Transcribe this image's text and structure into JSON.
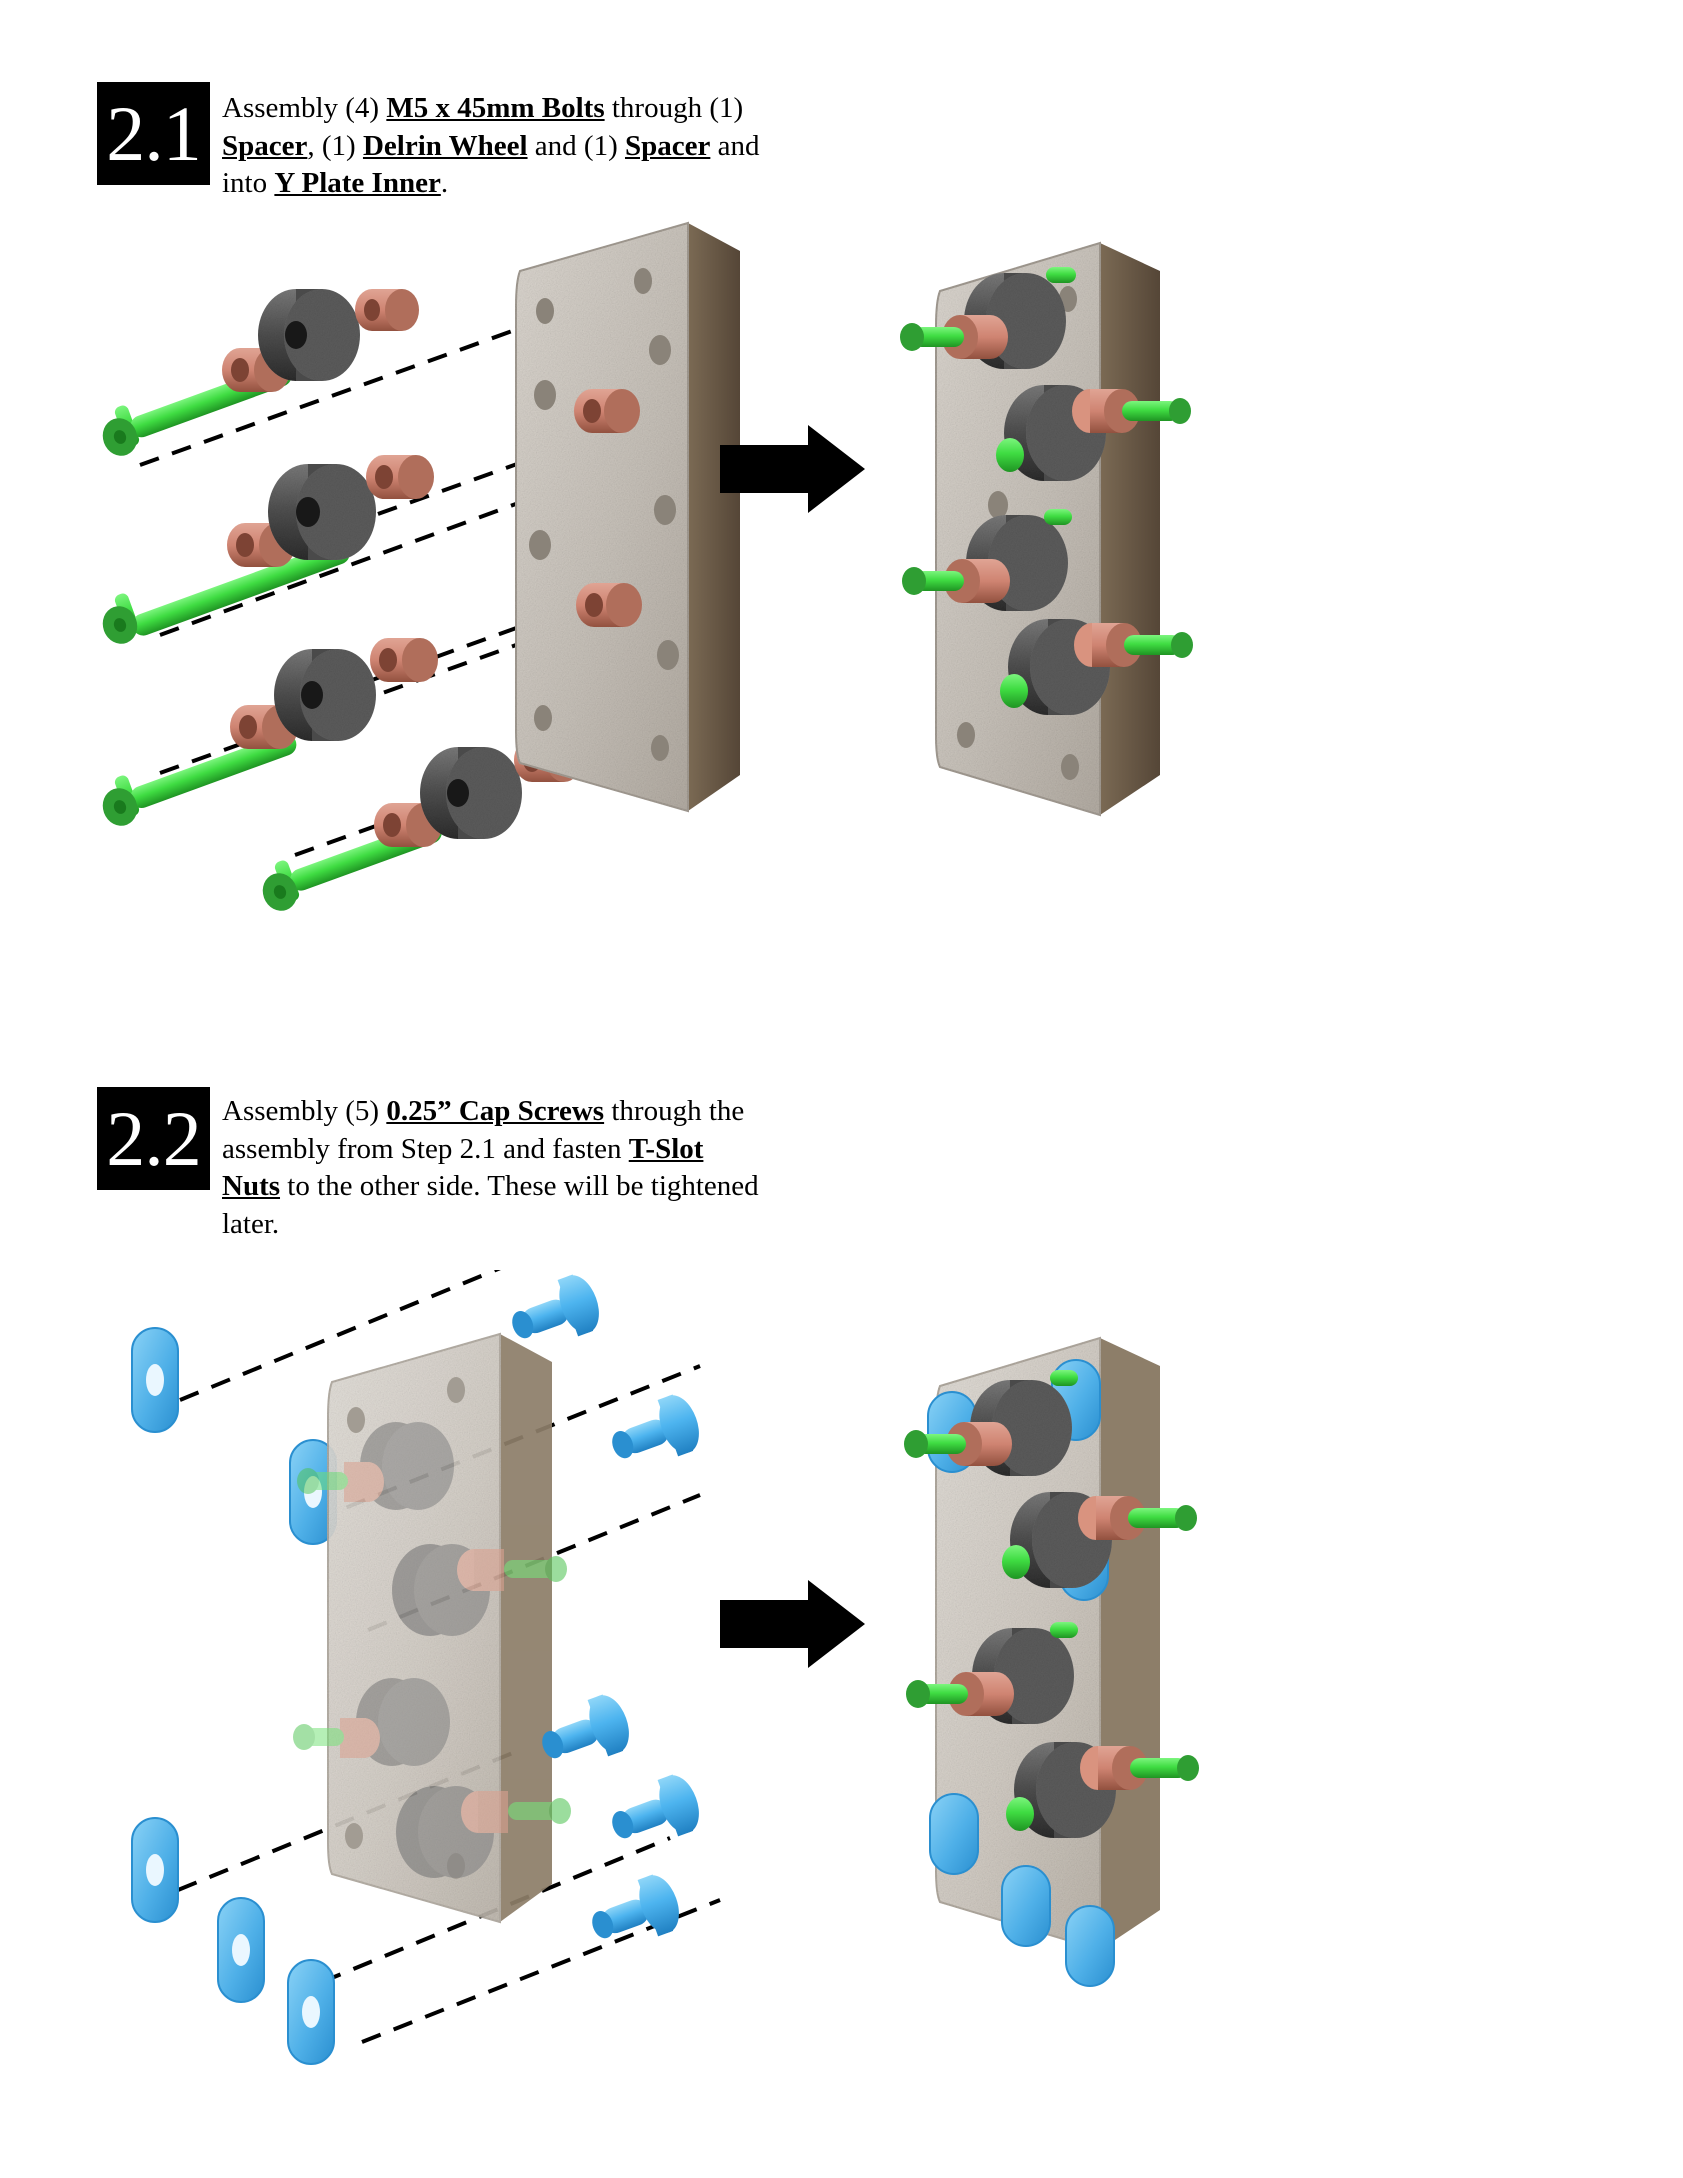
{
  "document": {
    "type": "assembly-instruction-sheet",
    "page_background": "#ffffff"
  },
  "steps": [
    {
      "number": "2.1",
      "text_runs": [
        {
          "t": "Assembly (4) ",
          "bold": false
        },
        {
          "t": "M5 x 45mm Bolts",
          "bold": true
        },
        {
          "t": " through (1) ",
          "bold": false
        },
        {
          "t": "Spacer",
          "bold": true
        },
        {
          "t": ", (1) ",
          "bold": false
        },
        {
          "t": "Delrin Wheel",
          "bold": true
        },
        {
          "t": " and (1) ",
          "bold": false
        },
        {
          "t": "Spacer",
          "bold": true
        },
        {
          "t": " and into ",
          "bold": false
        },
        {
          "t": "Y Plate Inner",
          "bold": true
        },
        {
          "t": ".",
          "bold": false
        }
      ],
      "plain_text": "Assembly (4) M5 x 45mm Bolts through (1) Spacer, (1) Delrin Wheel and (1) Spacer and into Y Plate Inner.",
      "parts": [
        {
          "name": "M5 x 45mm Bolt",
          "qty": 4,
          "color": "#44dd44"
        },
        {
          "name": "Spacer",
          "qty": 8,
          "color": "#cc7a63"
        },
        {
          "name": "Delrin Wheel",
          "qty": 4,
          "color": "#4f4f4f"
        },
        {
          "name": "Y Plate Inner",
          "qty": 1,
          "color": "#c9c4bd"
        }
      ]
    },
    {
      "number": "2.2",
      "text_runs": [
        {
          "t": "Assembly (5) ",
          "bold": false
        },
        {
          "t": "0.25” Cap Screws",
          "bold": true
        },
        {
          "t": " through the assembly from Step 2.1 and fasten ",
          "bold": false
        },
        {
          "t": "T-Slot Nuts",
          "bold": true
        },
        {
          "t": " to the other side. These will be tightened later.",
          "bold": false
        }
      ],
      "plain_text": "Assembly (5) 0.25” Cap Screws through the assembly from Step 2.1 and fasten T-Slot Nuts to the other side. These will be tightened later.",
      "parts": [
        {
          "name": "0.25” Cap Screw",
          "qty": 5,
          "color": "#3aa7e8"
        },
        {
          "name": "T-Slot Nut",
          "qty": 5,
          "color": "#4fb0e8"
        },
        {
          "name": "Step 2.1 Assembly",
          "qty": 1,
          "color": "#c9c4bd"
        }
      ]
    }
  ],
  "colors": {
    "bolt_green": "#3fdc42",
    "bolt_green_dark": "#25a02a",
    "spacer_copper": "#cf8472",
    "spacer_copper_dark": "#9d5b4c",
    "wheel_gray": "#565656",
    "wheel_gray_dark": "#343434",
    "plate_face": "#cfcac3",
    "plate_edge": "#6b5c49",
    "screw_blue": "#4db4ef",
    "screw_blue_dark": "#2a8fd0",
    "nut_blue": "#53b8f0",
    "arrow_black": "#000000",
    "badge_black": "#000000",
    "text_black": "#000000"
  },
  "arrows": [
    {
      "name": "step-2-1-transition-arrow"
    },
    {
      "name": "step-2-2-transition-arrow"
    }
  ]
}
